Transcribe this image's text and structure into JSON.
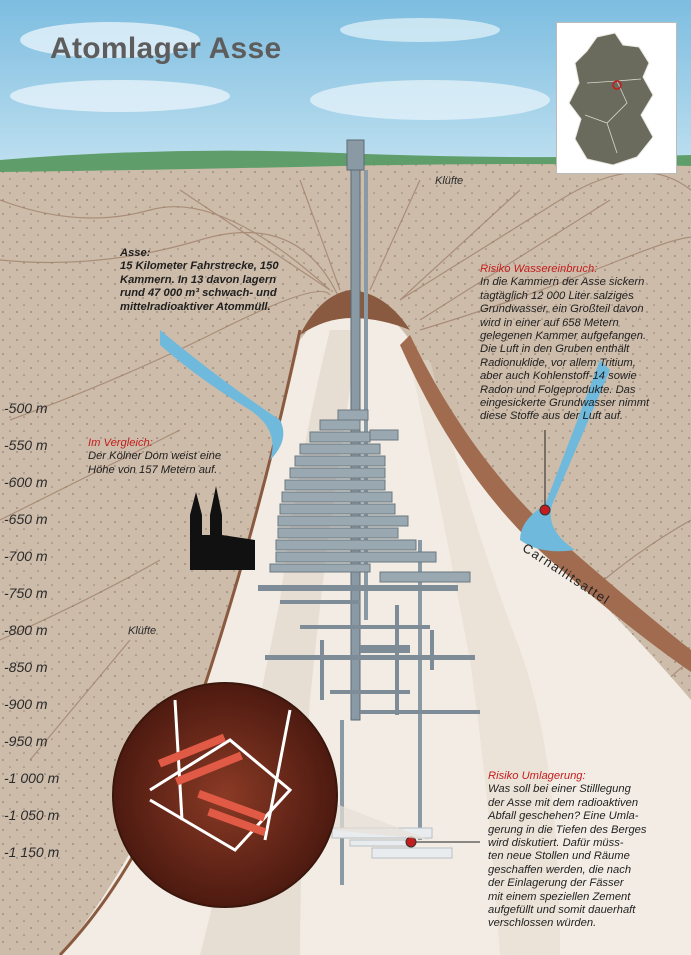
{
  "title": "Atomlager Asse",
  "map": {
    "icon": "germany-map-icon"
  },
  "depth_labels": [
    "-500 m",
    "-550 m",
    "-600 m",
    "-650 m",
    "-700 m",
    "-750 m",
    "-800 m",
    "-850 m",
    "-900 m",
    "-950 m",
    "-1 000 m",
    "-1 050 m",
    "-1 150 m"
  ],
  "labels": {
    "kluefte_top": "Klüfte",
    "kluefte_left": "Klüfte",
    "carnallit": "Carnallitsattel"
  },
  "asse": {
    "heading": "Asse:",
    "lines": [
      "15 Kilometer Fahrstrecke, 150",
      "Kammern. In 13 davon lagern",
      "rund 47 000 m³ schwach- und",
      "mittelradioaktiver Atommüll."
    ]
  },
  "vergleich": {
    "heading": "Im Vergleich:",
    "lines": [
      "Der Kölner Dom weist eine",
      "Höhe von 157 Metern auf."
    ]
  },
  "wasser": {
    "heading": "Risiko Wassereinbruch:",
    "lines": [
      "In die Kammern der Asse sickern",
      "tagtäglich 12 000 Liter salziges",
      "Grundwasser, ein Großteil davon",
      "wird in einer auf 658 Metern",
      "gelegenen Kammer aufgefangen.",
      "Die Luft in den Gruben enthält",
      "Radionuklide, vor allem Tritium,",
      "aber auch Kohlenstoff-14 sowie",
      "Radon und Folgeprodukte. Das",
      "eingesickerte Grundwasser nimmt",
      "diese Stoffe aus der Luft auf."
    ]
  },
  "umlagerung": {
    "heading": "Risiko Umlagerung:",
    "lines": [
      "Was soll bei einer Stilllegung",
      "der Asse mit dem radioaktiven",
      "Abfall geschehen? Eine Umla-",
      "gerung in die Tiefen des Berges",
      "wird diskutiert. Dafür müss-",
      "ten neue Stollen und Räume",
      "geschaffen werden, die nach",
      "der Einlagerung der Fässer",
      "mit einem speziellen Zement",
      "aufgefüllt und somit dauerhaft",
      "verschlossen würden."
    ]
  },
  "colors": {
    "sky": "#8cc7e6",
    "grass": "#5f9e6a",
    "rock": "#cdbcaa",
    "salt": "#f4efe8",
    "caprock": "#8a5a40",
    "water": "#6fb9dc",
    "mine": "#8a9aa5",
    "accent": "#c41d1d"
  }
}
